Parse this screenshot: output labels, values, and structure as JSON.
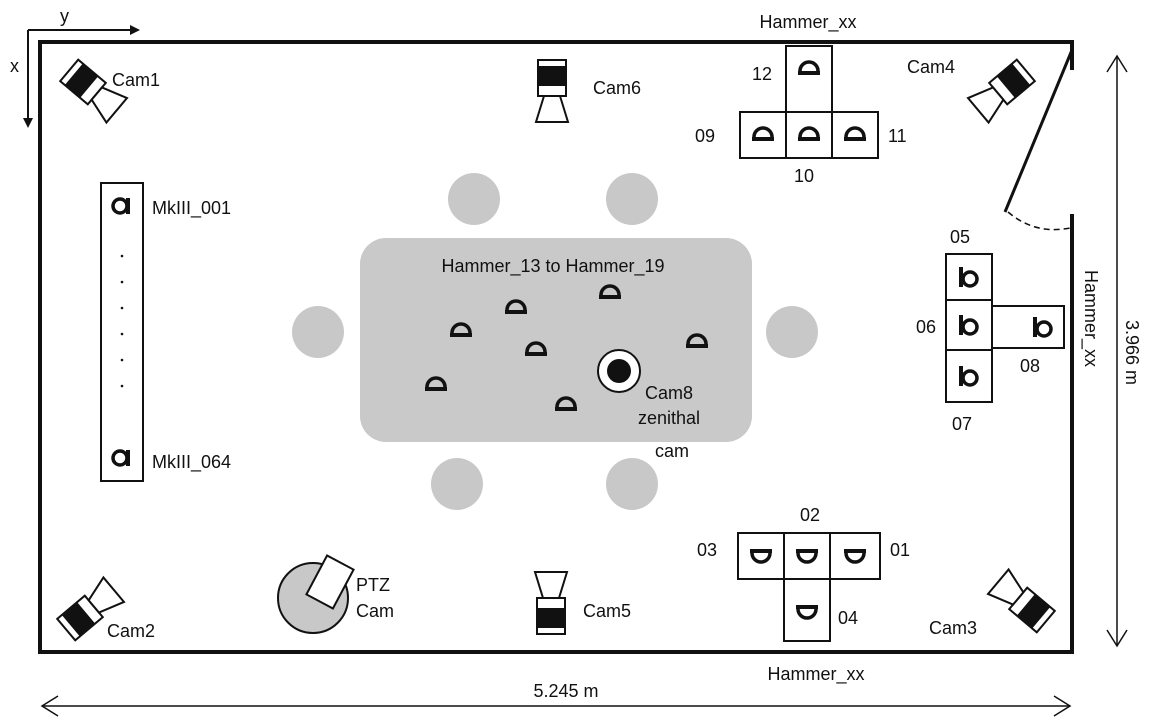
{
  "axes": {
    "x": "x",
    "y": "y"
  },
  "dimensions": {
    "width": "5.245 m",
    "height": "3.966 m"
  },
  "cameras": {
    "cam1": "Cam1",
    "cam2": "Cam2",
    "cam3": "Cam3",
    "cam4": "Cam4",
    "cam5": "Cam5",
    "cam6": "Cam6",
    "cam8_line1": "Cam8",
    "cam8_line2": "zenithal",
    "cam8_line3": "cam",
    "ptz_line1": "PTZ",
    "ptz_line2": "Cam"
  },
  "table": {
    "label": "Hammer_13 to Hammer_19"
  },
  "mk3": {
    "first": "MkIII_001",
    "last": "MkIII_064"
  },
  "arrays": {
    "top": {
      "label": "Hammer_xx",
      "n09": "09",
      "n10": "10",
      "n11": "11",
      "n12": "12"
    },
    "right": {
      "label": "Hammer_xx",
      "n05": "05",
      "n06": "06",
      "n07": "07",
      "n08": "08"
    },
    "bottom": {
      "label": "Hammer_xx",
      "n01": "01",
      "n02": "02",
      "n03": "03",
      "n04": "04"
    }
  },
  "colors": {
    "line": "#111111",
    "chair": "#c8c8c8",
    "table": "#c9c9c9",
    "ptz_base": "#c8c8c8"
  }
}
